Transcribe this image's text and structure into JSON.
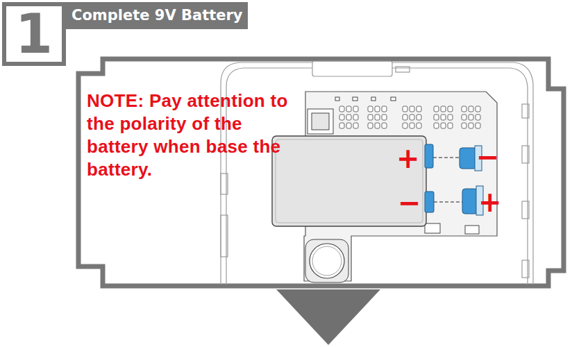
{
  "diagram": {
    "title": "Complete 9V Battery",
    "labels": [
      "1",
      "NOTE: Pay attention to the polarity of the battery when base the battery.",
      "+",
      "−",
      "−",
      "+"
    ]
  }
}
